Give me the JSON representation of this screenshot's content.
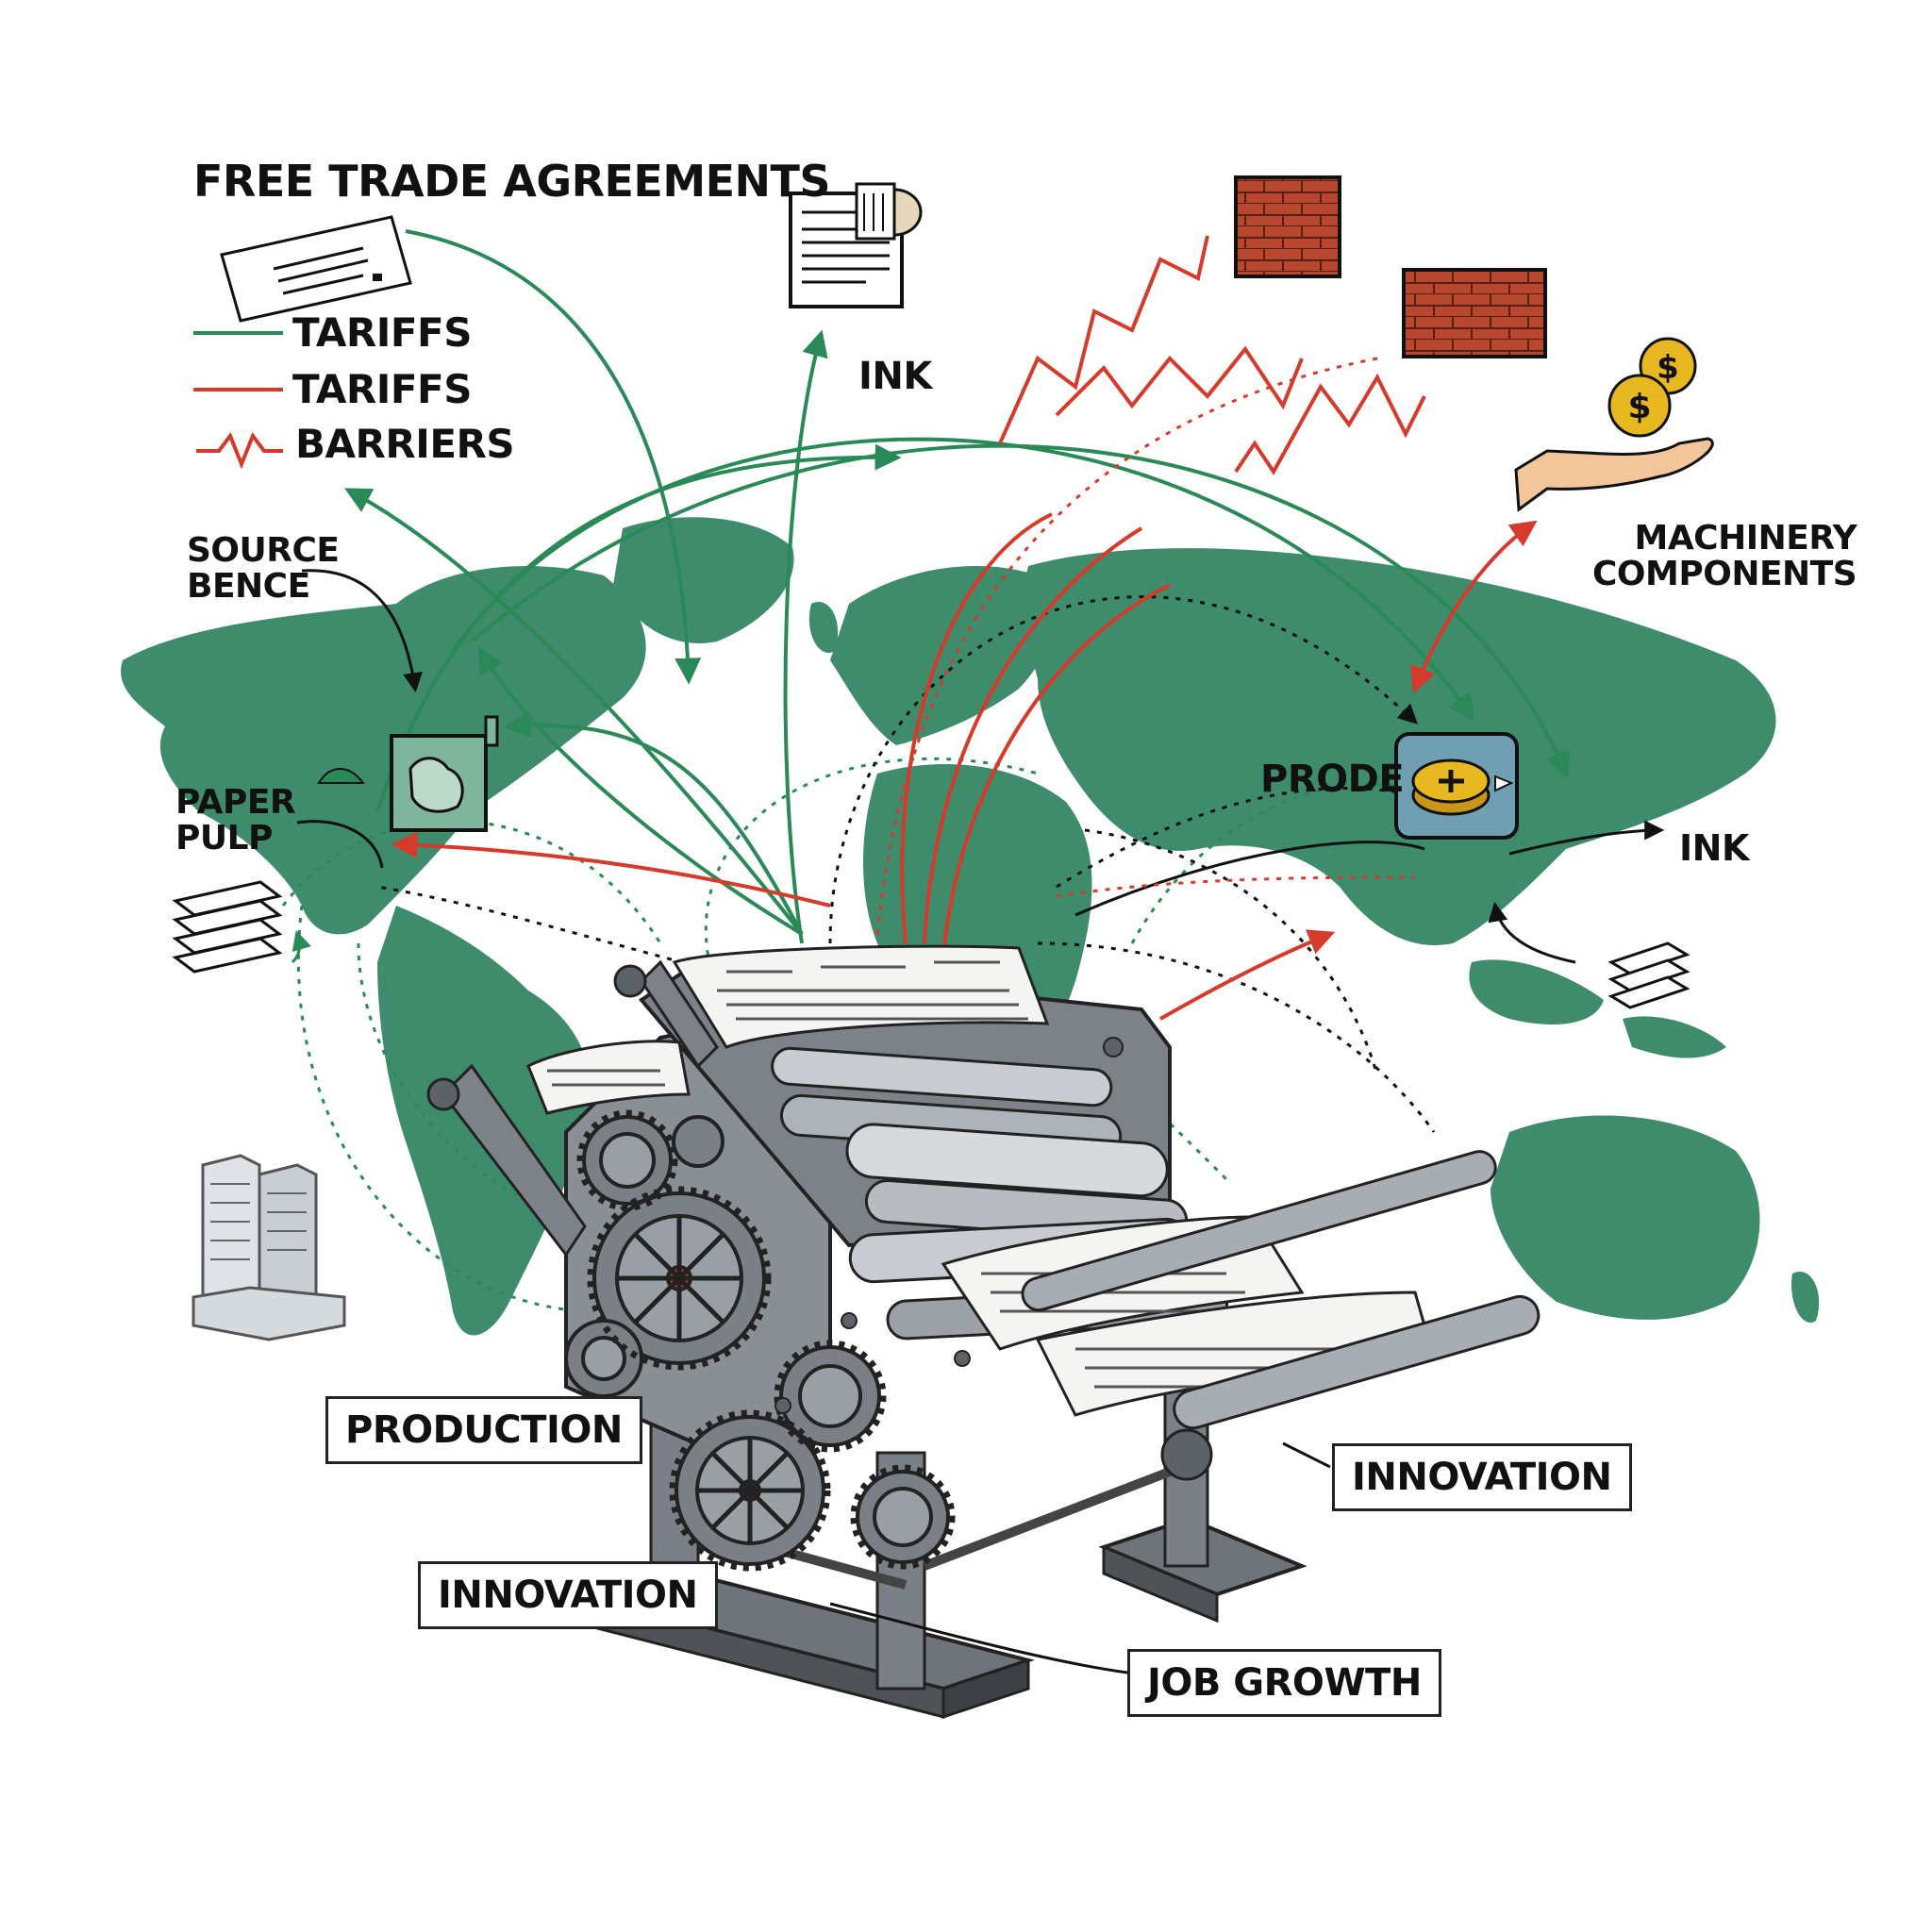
{
  "colors": {
    "map": "#3f8c6c",
    "trade": "#2a8a57",
    "barrier": "#d63a2a",
    "machine": "#8a8f95",
    "machine_dark": "#5d6268",
    "brick": "#b8472f",
    "coin": "#e8b820"
  },
  "heading": "FREE TRADE AGREEMENTS",
  "legend": [
    {
      "label": "TARIFFS",
      "style": "green-line"
    },
    {
      "label": "TARIFFS",
      "style": "red-line"
    },
    {
      "label": "BARRIERS",
      "style": "red-zigzag"
    }
  ],
  "labels": {
    "ink_top": "INK",
    "source": "SOURCE\nBENCE",
    "paper_pulp": "PAPER\nPULP",
    "machinery": "MACHINERY\nCOMPONENTS",
    "prode": "PRODE",
    "ink_right": "INK"
  },
  "callouts": {
    "production": "PRODUCTION",
    "innovation_right": "INNOVATION",
    "innovation_left": "INNOVATION",
    "job_growth": "JOB GROWTH"
  },
  "icons": [
    "trade-document-icon",
    "newspaper-scroll-icon",
    "brick-wall-icon",
    "coins-hand-icon",
    "factory-box-icon",
    "paper-stack-icon",
    "office-buildings-icon",
    "coin-device-icon",
    "printing-press-icon"
  ]
}
